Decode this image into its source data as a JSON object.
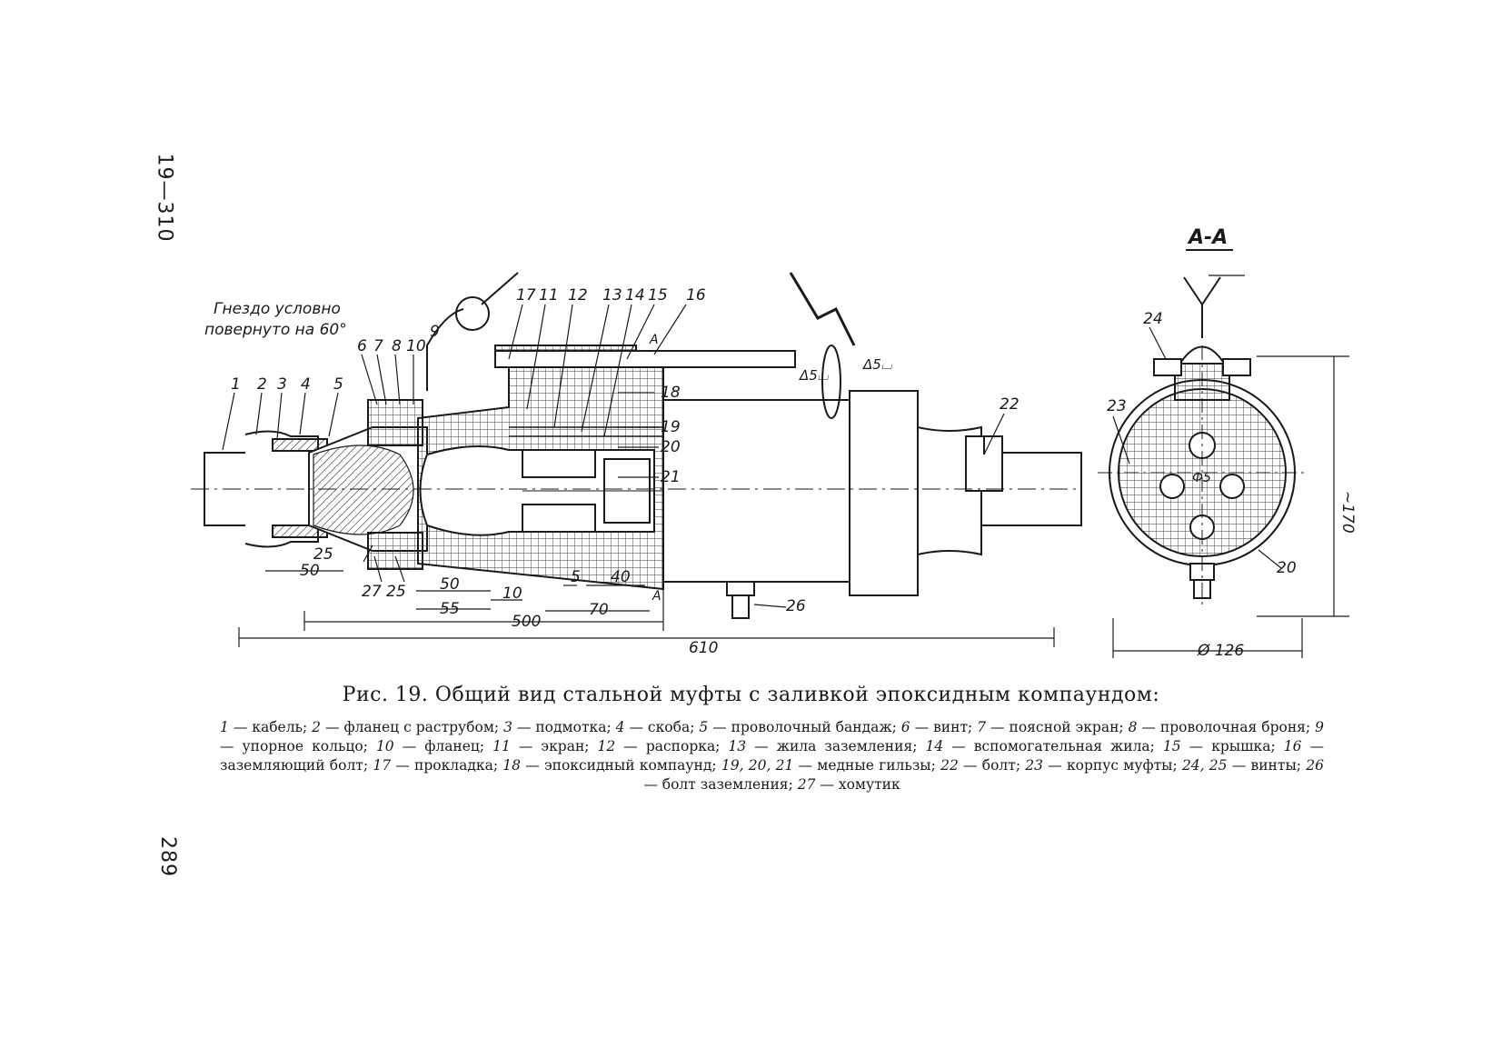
{
  "page": {
    "sheet_mark": "19—310",
    "page_number": "289"
  },
  "figure": {
    "section_label": "А-А",
    "note": [
      "Гнездо условно",
      "повернуто на 60°"
    ],
    "callouts": [
      "1",
      "2",
      "3",
      "4",
      "5",
      "6",
      "7",
      "8",
      "9",
      "10",
      "11",
      "12",
      "13",
      "14",
      "15",
      "16",
      "17",
      "18",
      "19",
      "20",
      "21",
      "22",
      "23",
      "24",
      "25",
      "26",
      "27"
    ],
    "section_marker": "А",
    "dimensions": {
      "d50a": "50",
      "d25": "25",
      "d27": "27",
      "d25b": "25",
      "d50b": "50",
      "d55": "55",
      "d10": "10",
      "d5": "5",
      "d40": "40",
      "d70": "70",
      "d500": "500",
      "d610": "610",
      "d126": "Ø 126",
      "d170": "~170",
      "d20": "20",
      "weld1": "Δ5⌴",
      "weld2": "Δ5⌴",
      "d5in": "Ф5"
    }
  },
  "caption": "Рис. 19. Общий вид стальной муфты с заливкой эпоксидным компаундом:",
  "legend": [
    {
      "n": "1",
      "t": "кабель"
    },
    {
      "n": "2",
      "t": "фланец с раструбом"
    },
    {
      "n": "3",
      "t": "подмотка"
    },
    {
      "n": "4",
      "t": "скоба"
    },
    {
      "n": "5",
      "t": "проволочный бандаж"
    },
    {
      "n": "6",
      "t": "винт"
    },
    {
      "n": "7",
      "t": "поясной экран"
    },
    {
      "n": "8",
      "t": "проволочная броня"
    },
    {
      "n": "9",
      "t": "упорное кольцо"
    },
    {
      "n": "10",
      "t": "фланец"
    },
    {
      "n": "11",
      "t": "экран"
    },
    {
      "n": "12",
      "t": "распорка"
    },
    {
      "n": "13",
      "t": "жила заземления"
    },
    {
      "n": "14",
      "t": "вспомогательная жила"
    },
    {
      "n": "15",
      "t": "крышка"
    },
    {
      "n": "16",
      "t": "заземляющий болт"
    },
    {
      "n": "17",
      "t": "прокладка"
    },
    {
      "n": "18",
      "t": "эпоксидный компаунд"
    },
    {
      "n": "19, 20, 21",
      "t": "медные гильзы"
    },
    {
      "n": "22",
      "t": "болт"
    },
    {
      "n": "23",
      "t": "корпус муфты"
    },
    {
      "n": "24, 25",
      "t": "винты"
    },
    {
      "n": "26",
      "t": "болт заземления"
    },
    {
      "n": "27",
      "t": "хомутик"
    }
  ]
}
